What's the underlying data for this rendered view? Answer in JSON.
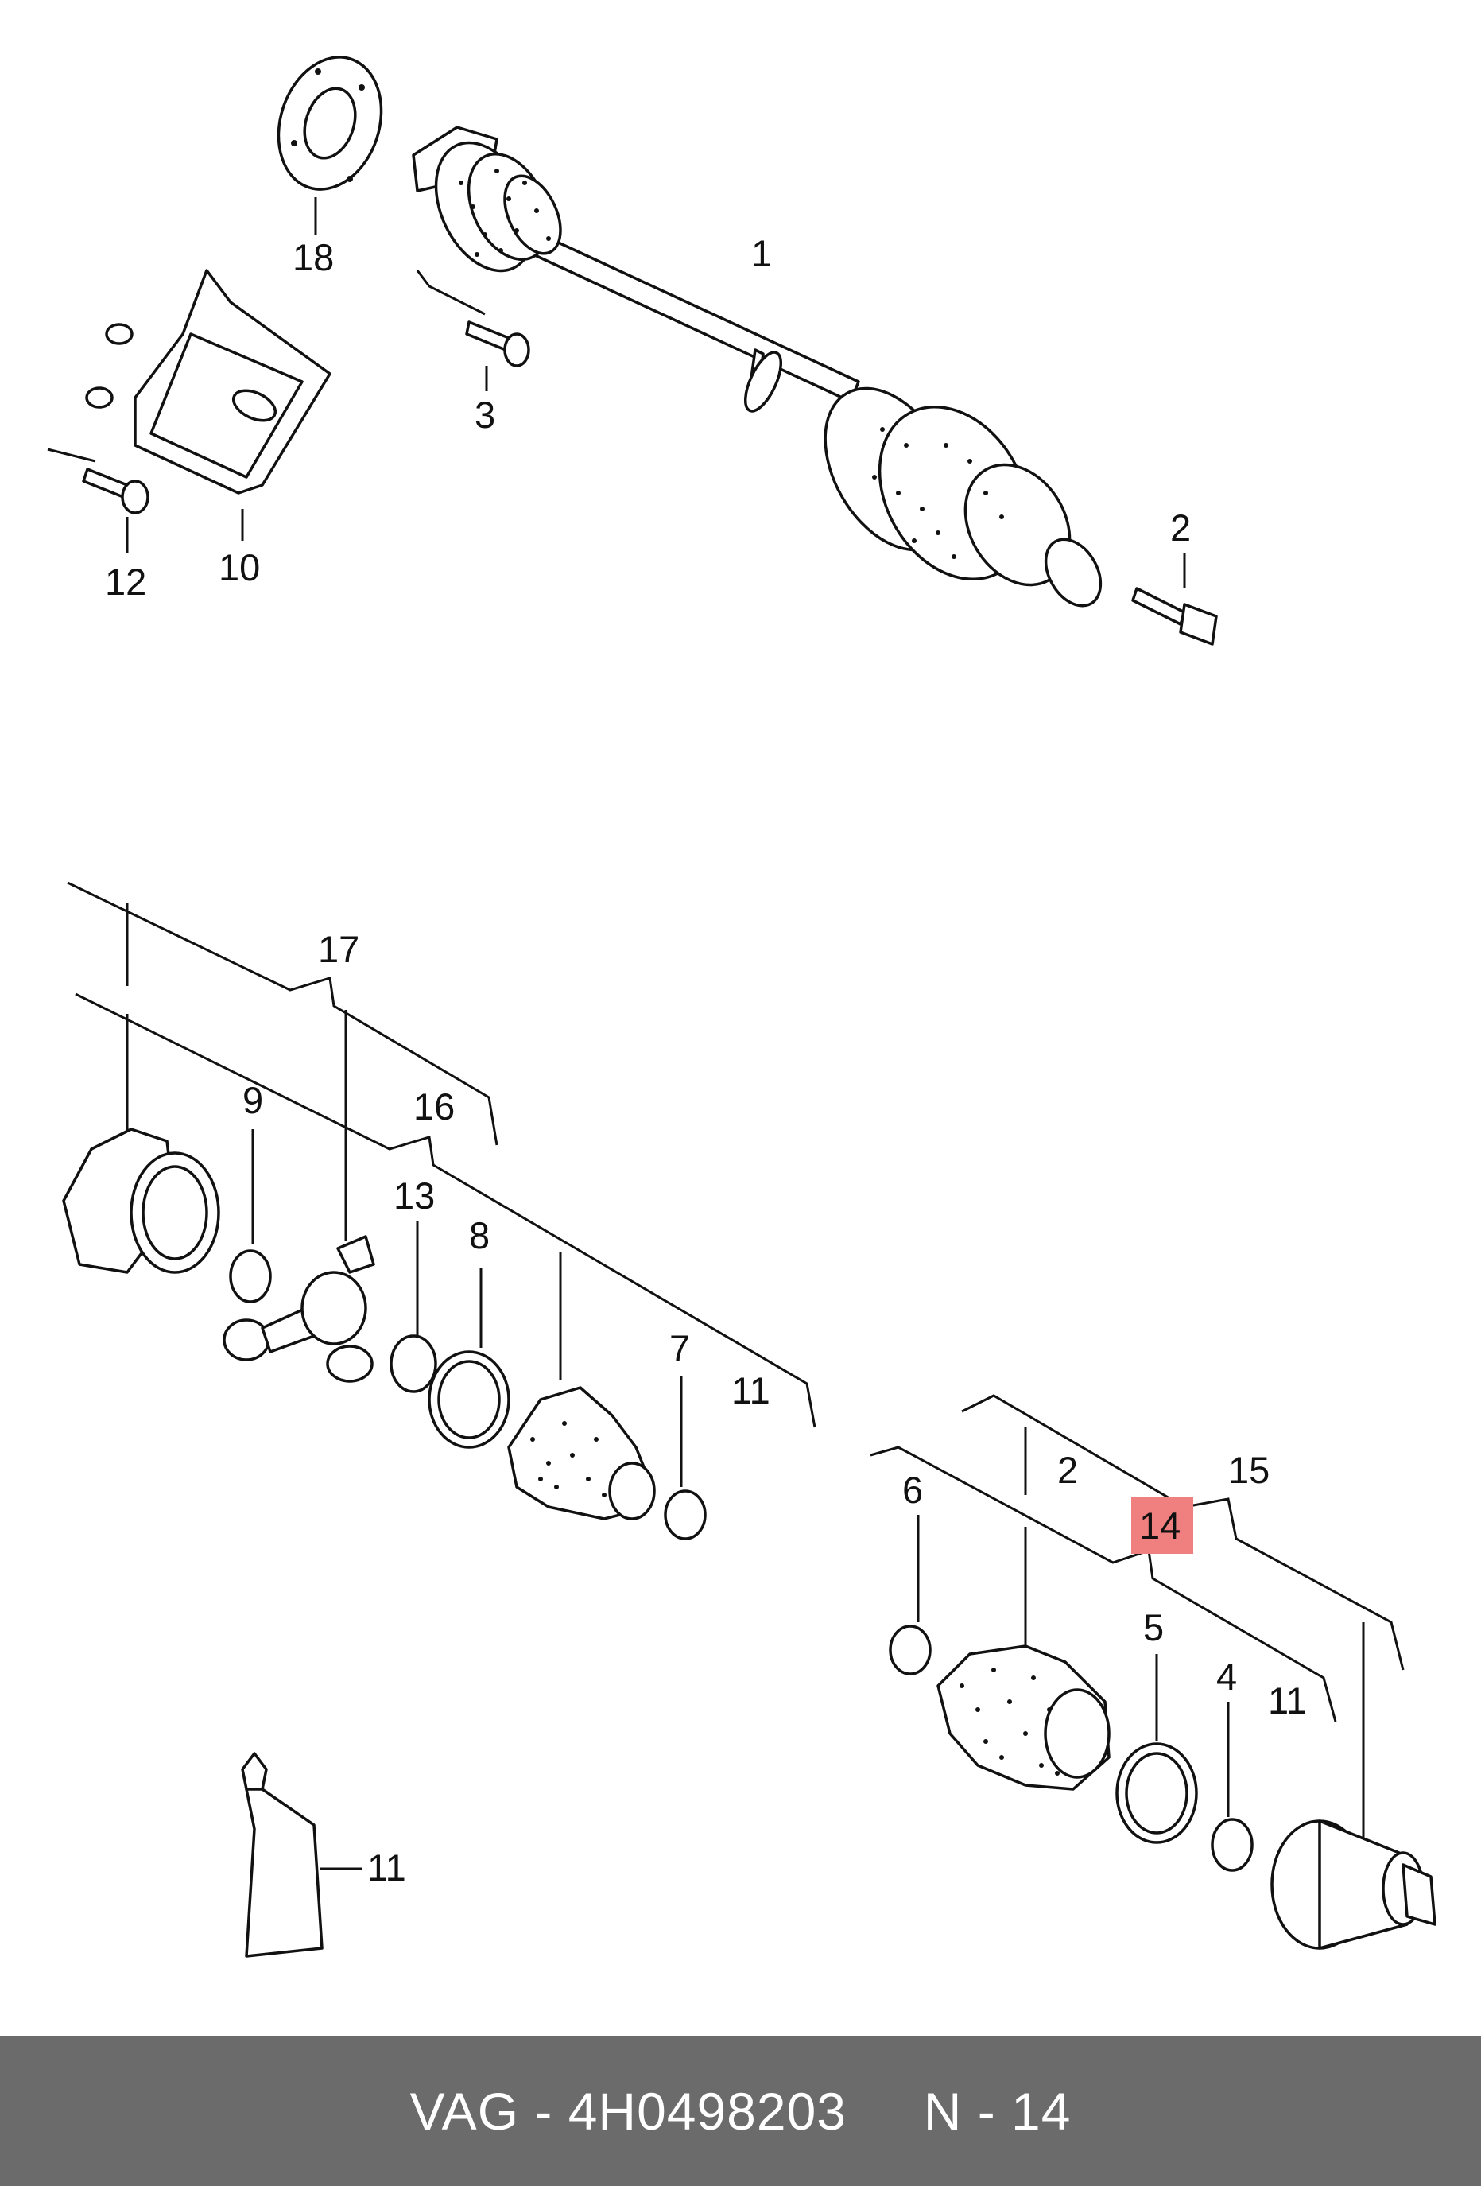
{
  "colors": {
    "footer_bg": "#6b6b6b",
    "footer_text": "#ffffff",
    "highlight": "#f08080"
  },
  "callouts": {
    "c1": "1",
    "c2_top": "2",
    "c3": "3",
    "c10": "10",
    "c12": "12",
    "c18": "18",
    "c17": "17",
    "c16": "16",
    "c9": "9",
    "c13": "13",
    "c8": "8",
    "c7": "7",
    "c11_mid": "11",
    "c2_right": "2",
    "c15": "15",
    "c14": "14",
    "c6": "6",
    "c5": "5",
    "c4": "4",
    "c11_right": "11",
    "c11_tube": "11"
  },
  "footer": {
    "text": "VAG - 4H0498203     N - 14"
  }
}
